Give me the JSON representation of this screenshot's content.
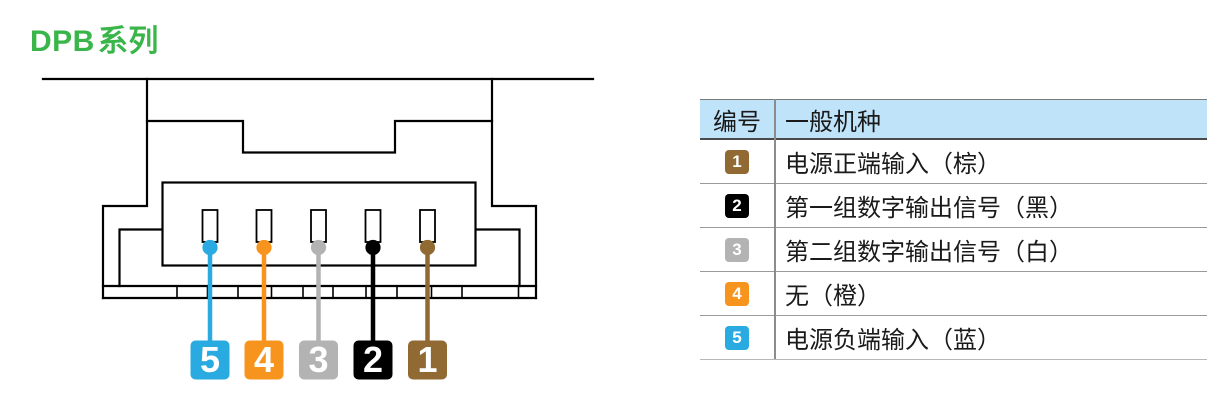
{
  "title": {
    "code": "DPB",
    "suffix": "系列"
  },
  "colors": {
    "accent_green": "#39B54A",
    "table_header_bg": "#BFE3F8",
    "pin_blue": "#29ABE2",
    "pin_orange": "#F7941E",
    "pin_gray": "#B3B3B3",
    "pin_black": "#000000",
    "pin_brown": "#916A33"
  },
  "diagram": {
    "pins": [
      {
        "number": "5",
        "color": "#29ABE2"
      },
      {
        "number": "4",
        "color": "#F7941E"
      },
      {
        "number": "3",
        "color": "#B3B3B3"
      },
      {
        "number": "2",
        "color": "#000000"
      },
      {
        "number": "1",
        "color": "#916A33"
      }
    ]
  },
  "table": {
    "headers": [
      "编号",
      "一般机种"
    ],
    "rows": [
      {
        "number": "1",
        "color": "#916A33",
        "desc": "电源正端输入（棕）"
      },
      {
        "number": "2",
        "color": "#000000",
        "desc": "第一组数字输出信号（黑）"
      },
      {
        "number": "3",
        "color": "#B3B3B3",
        "desc": "第二组数字输出信号（白）"
      },
      {
        "number": "4",
        "color": "#F7941E",
        "desc": "无（橙）"
      },
      {
        "number": "5",
        "color": "#29ABE2",
        "desc": "电源负端输入（蓝）"
      }
    ]
  }
}
